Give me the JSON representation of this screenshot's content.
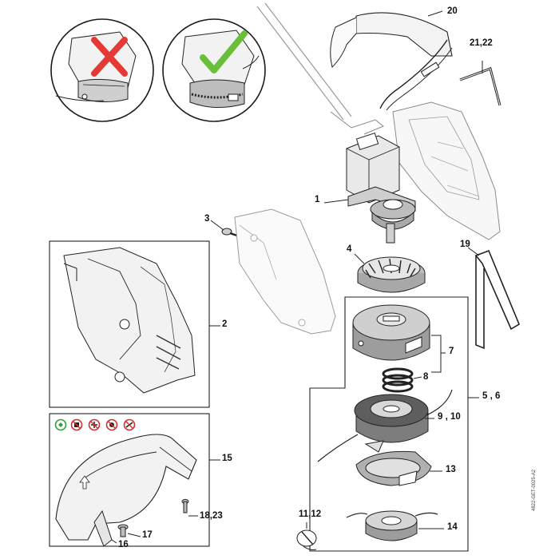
{
  "callouts": {
    "c20": "20",
    "c21_22": "21,22",
    "c1": "1",
    "c3": "3",
    "c2": "2",
    "c4": "4",
    "c19": "19",
    "c7": "7",
    "c8": "8",
    "c5_6": "5 , 6",
    "c9_10": "9 , 10",
    "c13": "13",
    "c15": "15",
    "c18_23": "18,23",
    "c17": "17",
    "c16": "16",
    "c11_12": "11,12",
    "c14": "14"
  },
  "drawing_code": "4822-GET-0025-A2",
  "colors": {
    "wrong_mark": "#e53935",
    "correct_mark": "#6abf3a",
    "warning_red": "#d32f2f",
    "warning_green": "#2e9e3e",
    "line": "#1a1a1a",
    "light_line": "#9a9a9a"
  },
  "icons": {
    "wrong": "cross-icon",
    "correct": "check-icon",
    "warnings": [
      "recycle-ok-icon",
      "no-blade-icon",
      "no-metal-blade-icon",
      "no-disc-icon",
      "no-cutting-tool-icon"
    ]
  }
}
